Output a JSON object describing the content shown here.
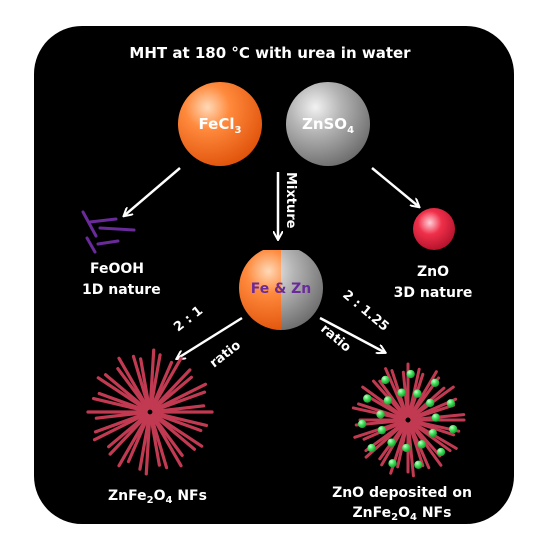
{
  "header": {
    "text": "MHT at 180 °C with urea in water"
  },
  "precursors": {
    "fe": {
      "label": "FeCl",
      "sub": "3"
    },
    "zn": {
      "label": "ZnSO",
      "sub": "4"
    }
  },
  "mixture_label": "Mixture",
  "mixed_circle": {
    "label": "Fe & Zn"
  },
  "left_product": {
    "line1": "FeOOH",
    "line2": "1D nature"
  },
  "right_product": {
    "line1": "ZnO",
    "line2": "3D nature"
  },
  "ratio_left": {
    "value": "2 : 1",
    "word": "ratio"
  },
  "ratio_right": {
    "value": "2 : 1.25",
    "word": "ratio"
  },
  "bottom_left": {
    "pre": "ZnFe",
    "sub1": "2",
    "mid": "O",
    "sub2": "4",
    "post": " NFs"
  },
  "bottom_right": {
    "line1": "ZnO deposited on",
    "pre": "ZnFe",
    "sub1": "2",
    "mid": "O",
    "sub2": "4",
    "post": " NFs"
  },
  "colors": {
    "background": "#000000",
    "orange": "#ff6a1a",
    "gray": "#9a9a9a",
    "rod": "#c23a52",
    "purple": "#6a2b9a",
    "green_dot": "#3fe05a",
    "zno_sphere": "#e8203a"
  }
}
